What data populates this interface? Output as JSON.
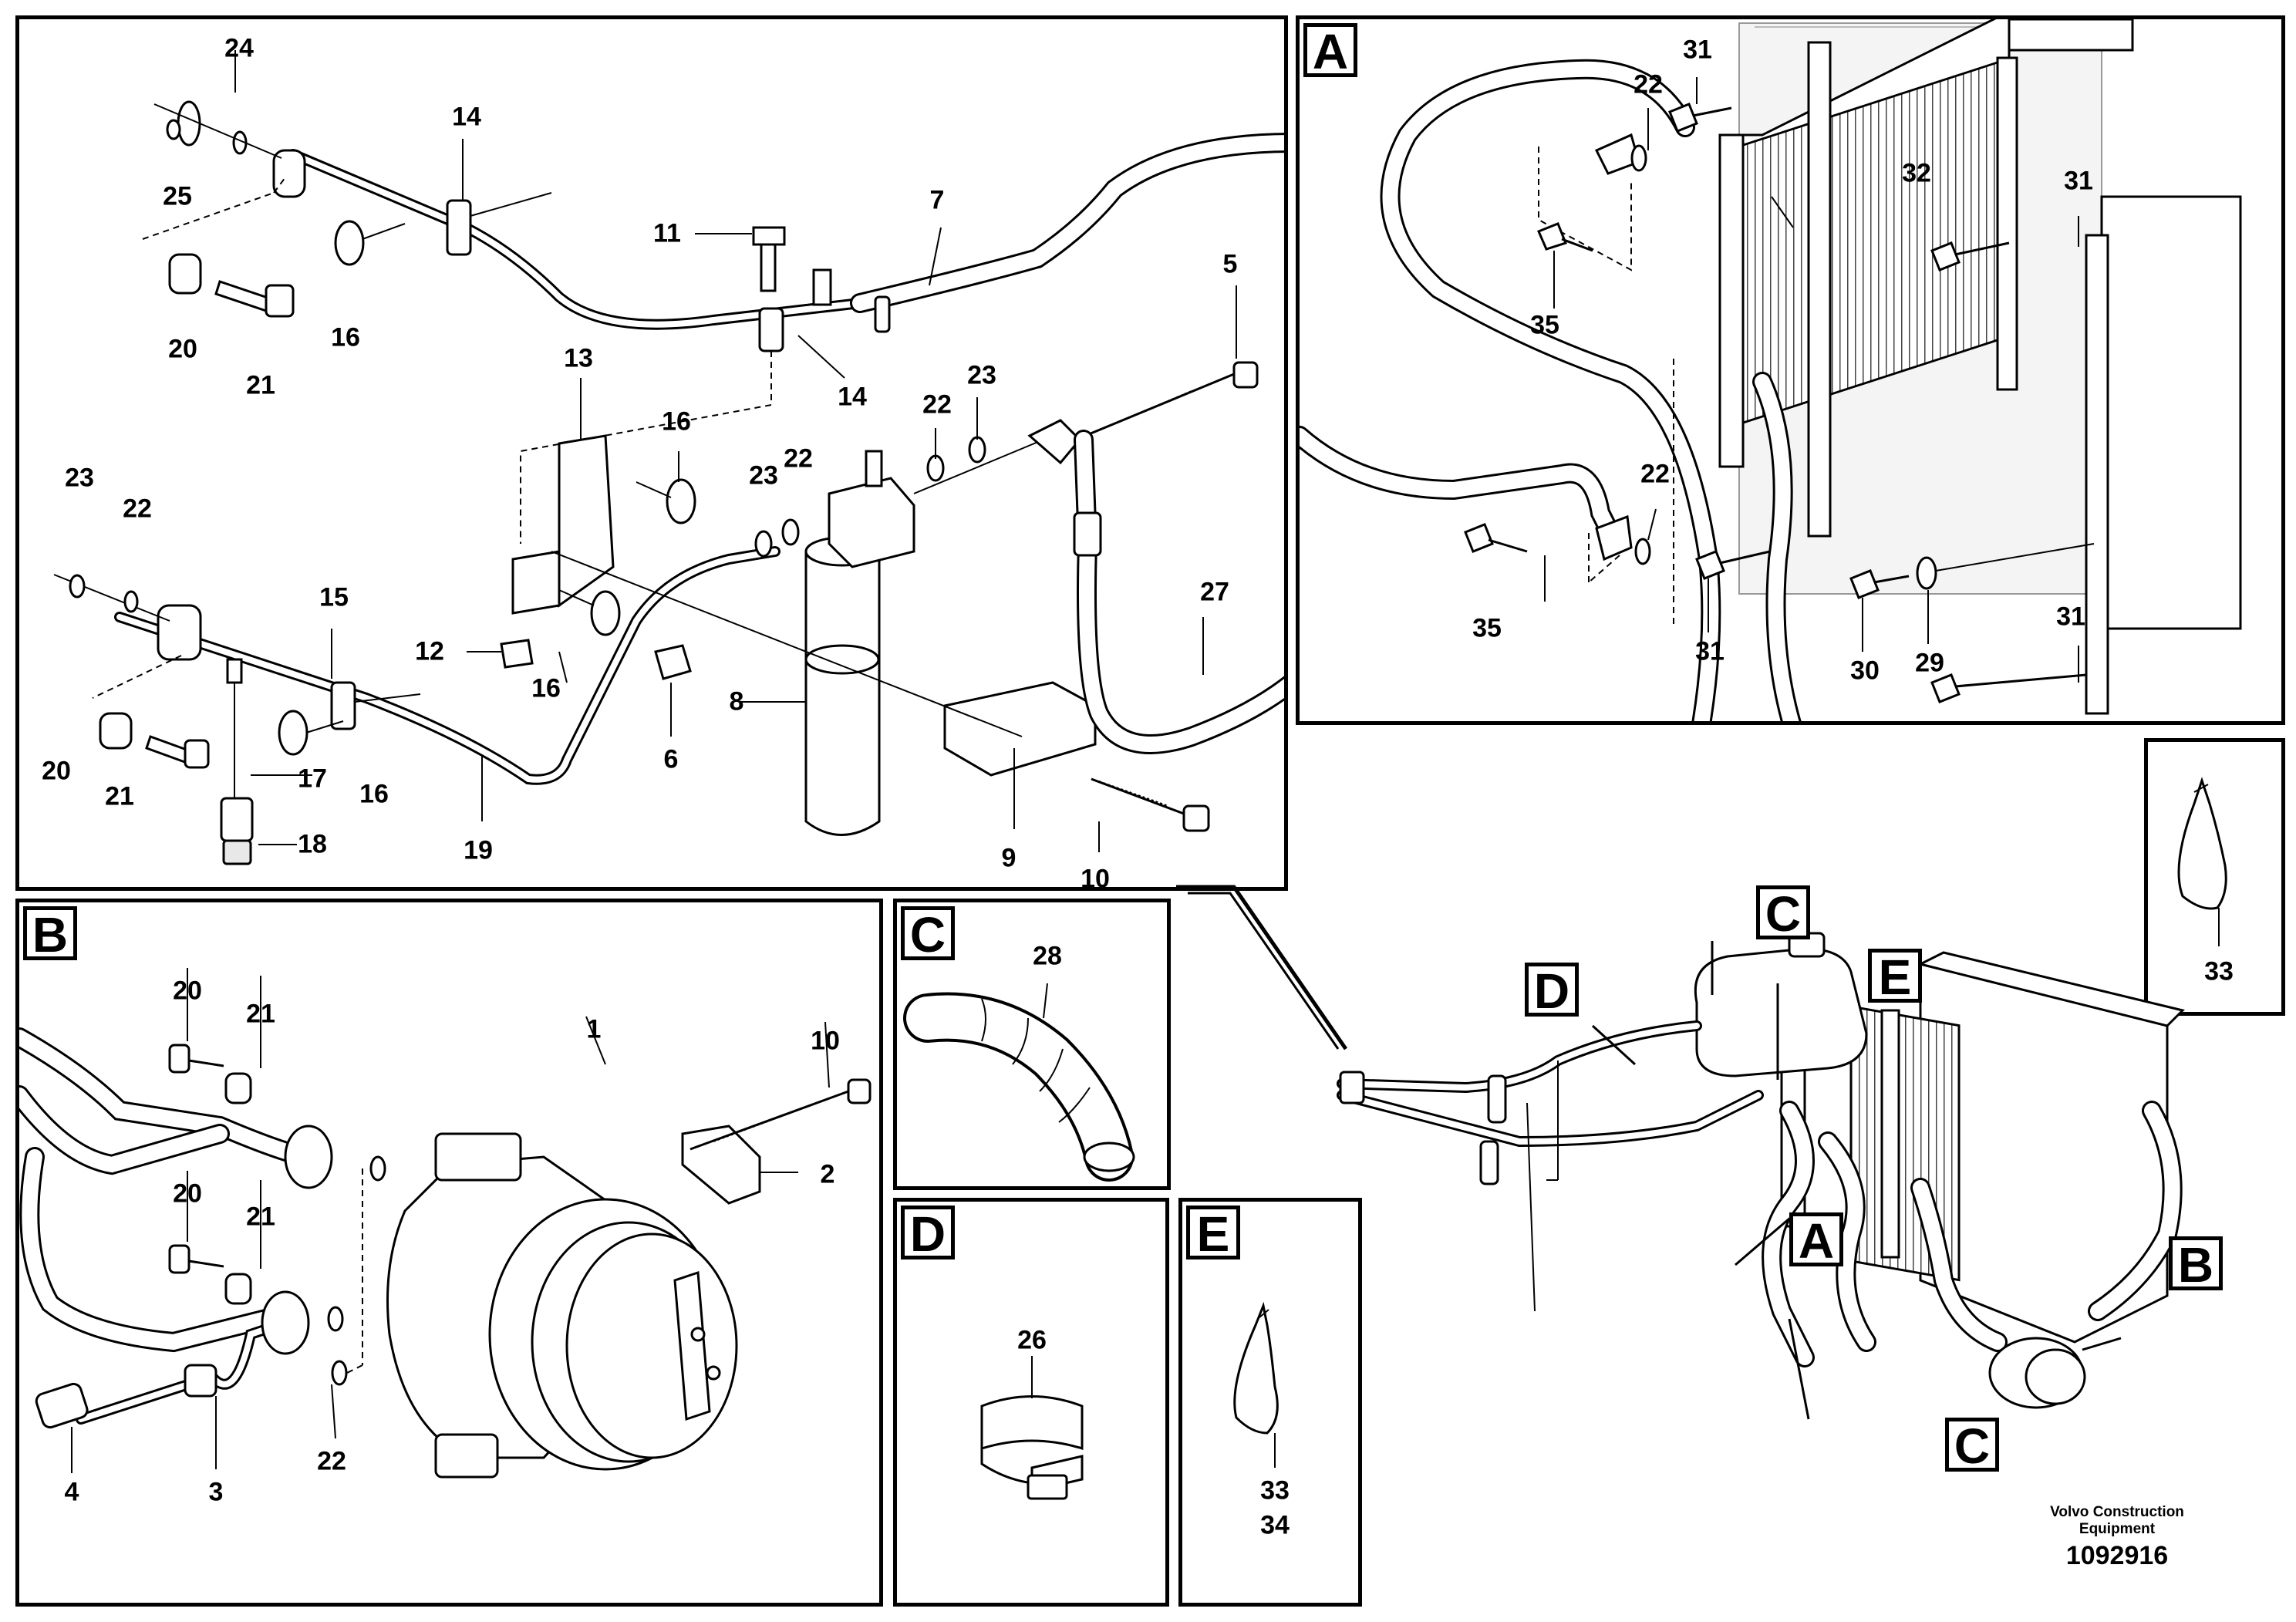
{
  "views": {
    "main": {
      "parts": [
        "24",
        "25",
        "14",
        "7",
        "11",
        "5",
        "20",
        "21",
        "16",
        "13",
        "14b",
        "22",
        "23",
        "16b",
        "23b",
        "22b",
        "23c",
        "22c",
        "15",
        "12",
        "16c",
        "8",
        "27",
        "6",
        "20b",
        "21b",
        "17",
        "16d",
        "18",
        "19",
        "9",
        "10"
      ]
    },
    "A": {
      "tag": "A",
      "parts": [
        "31",
        "22",
        "32",
        "31b",
        "35",
        "22b",
        "35b",
        "31c",
        "30",
        "29",
        "31d"
      ]
    },
    "B": {
      "tag": "B",
      "parts": [
        "20",
        "21",
        "10",
        "1",
        "2",
        "20b",
        "21b",
        "4",
        "3",
        "22"
      ]
    },
    "C": {
      "tag": "C",
      "parts": [
        "28"
      ]
    },
    "D": {
      "tag": "D",
      "parts": [
        "26"
      ]
    },
    "E": {
      "tag": "E",
      "parts": [
        "33",
        "34"
      ]
    },
    "clamp": {
      "parts": [
        "33"
      ]
    },
    "overview": {
      "callouts": [
        "C",
        "D",
        "E",
        "A",
        "B",
        "C"
      ]
    }
  },
  "labels": {
    "m24": "24",
    "m25": "25",
    "m14a": "14",
    "m7": "7",
    "m11": "11",
    "m5": "5",
    "m20a": "20",
    "m21a": "21",
    "m16a": "16",
    "m13": "13",
    "m14b": "14",
    "m22a": "22",
    "m23a": "23",
    "m16b": "16",
    "m23b": "23",
    "m22b": "22",
    "m23c": "23",
    "m22c": "22",
    "m15": "15",
    "m12": "12",
    "m16c": "16",
    "m8": "8",
    "m27": "27",
    "m6": "6",
    "m20b": "20",
    "m21b": "21",
    "m17": "17",
    "m16d": "16",
    "m18": "18",
    "m19": "19",
    "m9": "9",
    "m10": "10",
    "a31a": "31",
    "a22a": "22",
    "a32": "32",
    "a31b": "31",
    "a35a": "35",
    "a22b": "22",
    "a35b": "35",
    "a31c": "31",
    "a30": "30",
    "a29": "29",
    "a31d": "31",
    "b20a": "20",
    "b21a": "21",
    "b10": "10",
    "b1": "1",
    "b2": "2",
    "b20b": "20",
    "b21b": "21",
    "b4": "4",
    "b3": "3",
    "b22": "22",
    "c28": "28",
    "d26": "26",
    "e33": "33",
    "e34": "34",
    "k33": "33"
  },
  "tags": {
    "A": "A",
    "B": "B",
    "C": "C",
    "D": "D",
    "E": "E"
  },
  "footer": {
    "credit_line1": "Volvo Construction",
    "credit_line2": "Equipment",
    "document_number": "1092916"
  }
}
